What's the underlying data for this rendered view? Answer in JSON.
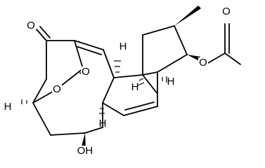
{
  "labels": {
    "o_ketone": "O",
    "o_lactone_carbonyl": "O",
    "o_ring": "O",
    "o_acetate_ester": "O",
    "o_acetate_carbonyl": "O",
    "hydroxyl": "OH",
    "h_bridgehead_left": "H",
    "h_top_junction": "H",
    "h_ring_fusion": "H",
    "h_cyclopentane_fusion": "H",
    "h_lower_junction": "H"
  }
}
